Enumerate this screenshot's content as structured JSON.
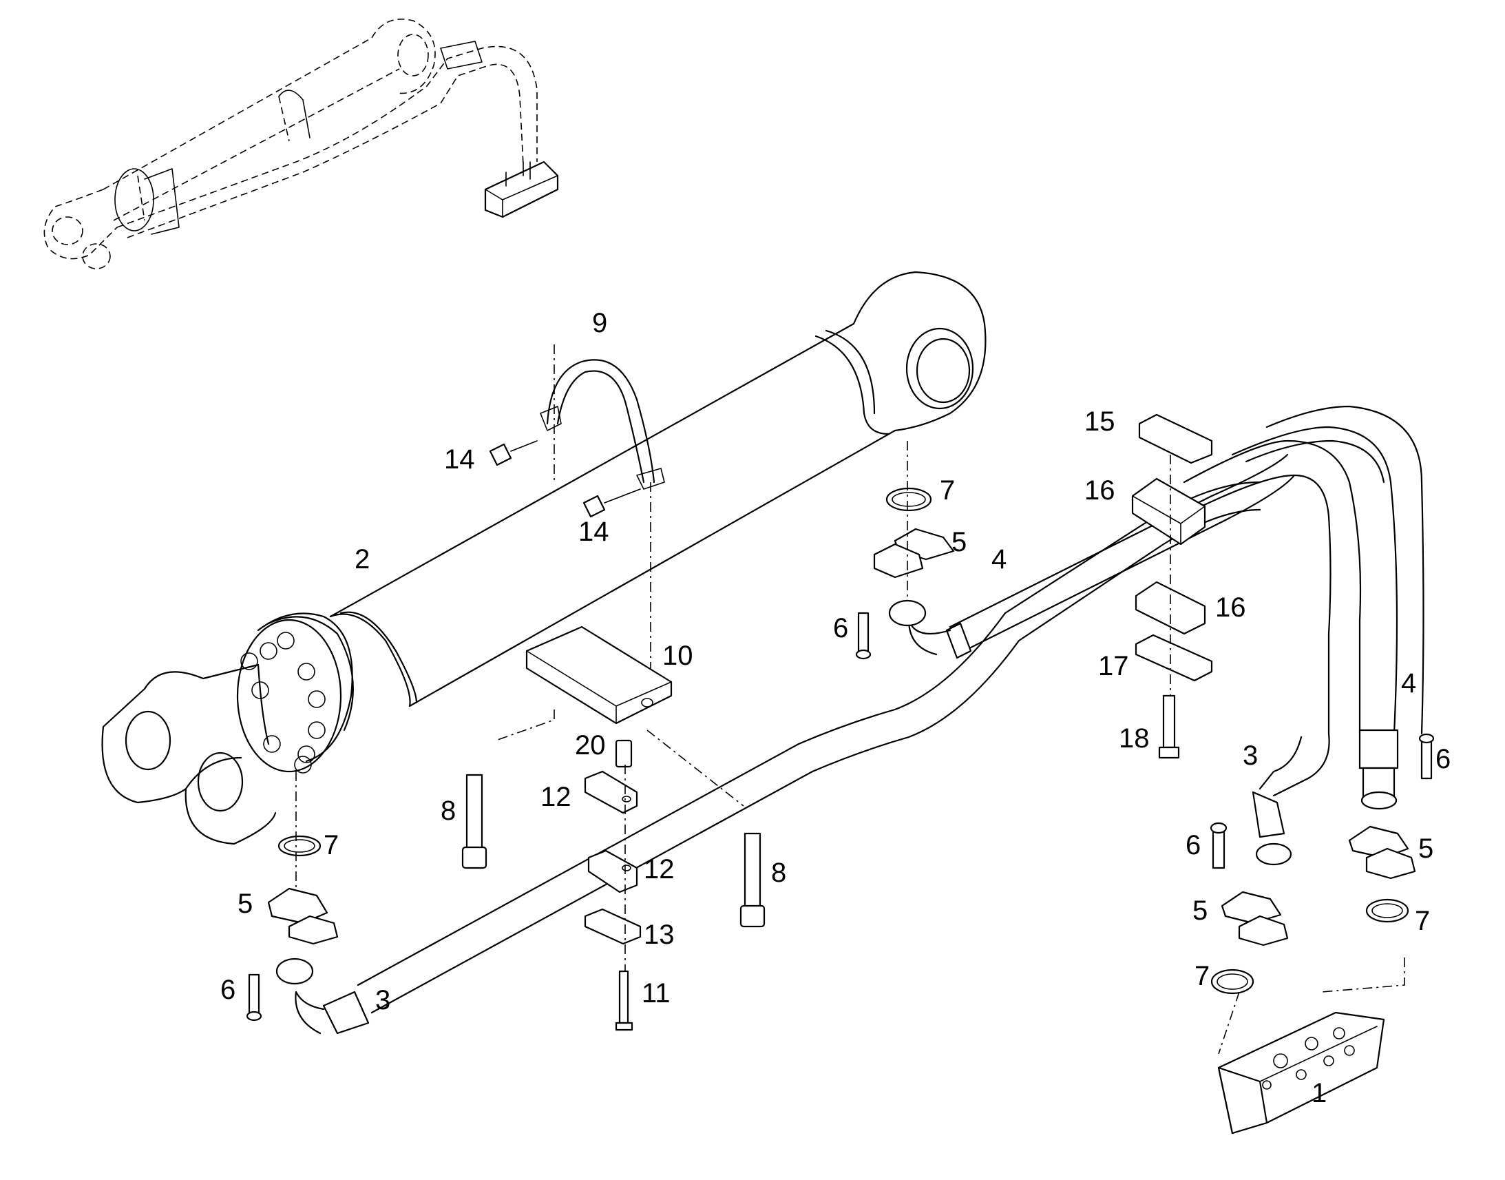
{
  "callouts": {
    "c1": "1",
    "c2": "2",
    "c3a": "3",
    "c3b": "3",
    "c4a": "4",
    "c4b": "4",
    "c5a": "5",
    "c5b": "5",
    "c5c": "5",
    "c5d": "5",
    "c6a": "6",
    "c6b": "6",
    "c6c": "6",
    "c6d": "6",
    "c7a": "7",
    "c7b": "7",
    "c7c": "7",
    "c7d": "7",
    "c8a": "8",
    "c8b": "8",
    "c9": "9",
    "c10": "10",
    "c11": "11",
    "c12a": "12",
    "c12b": "12",
    "c13": "13",
    "c14a": "14",
    "c14b": "14",
    "c15": "15",
    "c16a": "16",
    "c16b": "16",
    "c17": "17",
    "c18": "18",
    "c20": "20"
  }
}
